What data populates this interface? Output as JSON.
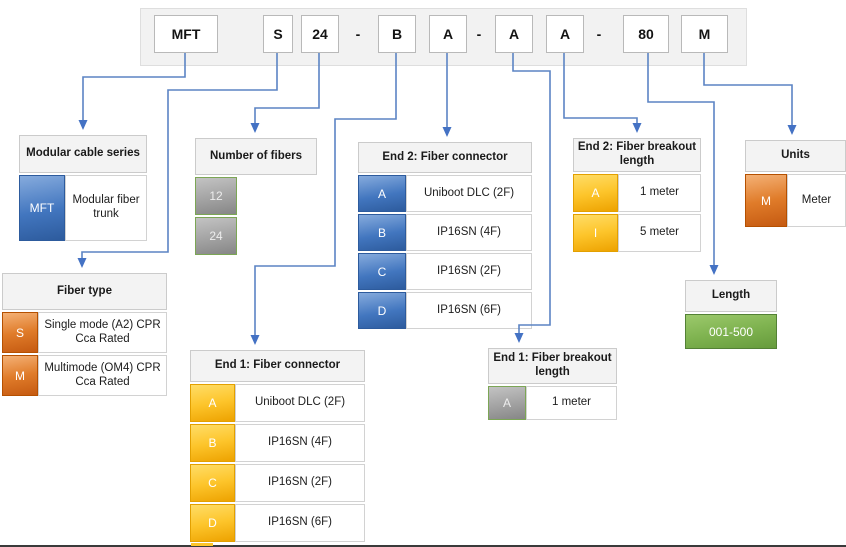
{
  "partNumber": {
    "segments": [
      "MFT",
      "-",
      "S",
      "24",
      "-",
      "B",
      "A",
      "-",
      "A",
      "A",
      "-",
      "80",
      "M"
    ]
  },
  "boxes": {
    "series": {
      "title": "Modular cable series",
      "rows": [
        {
          "code": "MFT",
          "desc": "Modular fiber trunk"
        }
      ]
    },
    "fiberType": {
      "title": "Fiber type",
      "rows": [
        {
          "code": "S",
          "desc": "Single mode (A2) CPR Cca Rated"
        },
        {
          "code": "M",
          "desc": "Multimode (OM4) CPR Cca Rated"
        }
      ]
    },
    "fiberCount": {
      "title": "Number of fibers",
      "rows": [
        {
          "code": "12"
        },
        {
          "code": "24"
        }
      ]
    },
    "end1Connector": {
      "title": "End 1: Fiber connector",
      "rows": [
        {
          "code": "A",
          "desc": "Uniboot DLC (2F)"
        },
        {
          "code": "B",
          "desc": "IP16SN (4F)"
        },
        {
          "code": "C",
          "desc": "IP16SN (2F)"
        },
        {
          "code": "D",
          "desc": "IP16SN (6F)"
        }
      ]
    },
    "end2Connector": {
      "title": "End 2: Fiber connector",
      "rows": [
        {
          "code": "A",
          "desc": "Uniboot DLC (2F)"
        },
        {
          "code": "B",
          "desc": "IP16SN (4F)"
        },
        {
          "code": "C",
          "desc": "IP16SN (2F)"
        },
        {
          "code": "D",
          "desc": "IP16SN (6F)"
        }
      ]
    },
    "end1Breakout": {
      "title": "End 1: Fiber breakout length",
      "rows": [
        {
          "code": "A",
          "desc": "1 meter"
        }
      ]
    },
    "end2Breakout": {
      "title": "End 2: Fiber breakout length",
      "rows": [
        {
          "code": "A",
          "desc": "1 meter"
        },
        {
          "code": "I",
          "desc": "5 meter"
        }
      ]
    },
    "length": {
      "title": "Length",
      "rows": [
        {
          "code": "001-500"
        }
      ]
    },
    "units": {
      "title": "Units",
      "rows": [
        {
          "code": "M",
          "desc": "Meter"
        }
      ]
    }
  },
  "colors": {
    "blue": "#2f5f9e",
    "gold": "#fdc52b",
    "orange": "#c55a11",
    "gray": "#9a9a9a",
    "green": "#70ad47",
    "connector": "#4472c4",
    "header_bg": "#f3f3f3"
  }
}
